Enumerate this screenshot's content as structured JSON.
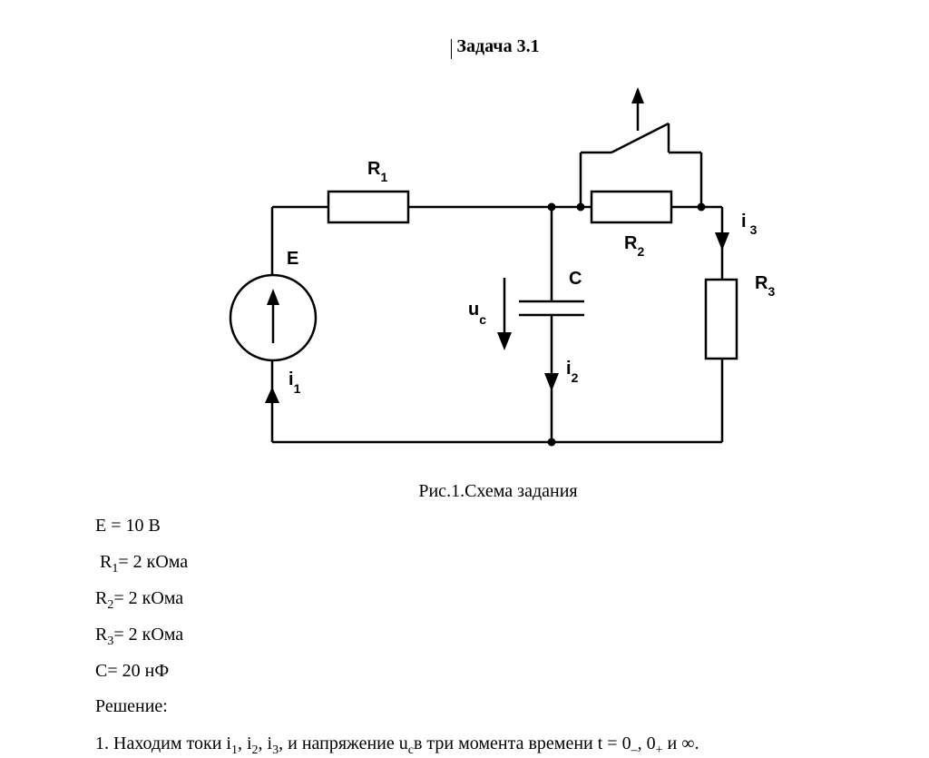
{
  "title": "Задача 3.1",
  "figure": {
    "labels": {
      "R1": {
        "main": "R",
        "sub": "1"
      },
      "R2": {
        "main": "R",
        "sub": "2"
      },
      "R3": {
        "main": "R",
        "sub": "3"
      },
      "E": "E",
      "C": "C",
      "uc": {
        "main": "u",
        "sub": "c"
      },
      "i1": {
        "main": "i",
        "sub": "1"
      },
      "i2": {
        "main": "i",
        "sub": "2"
      },
      "i3": {
        "main": "i",
        "sub": "3"
      }
    },
    "caption": "Рис.1.Схема задания"
  },
  "params": {
    "E": "E = 10 В",
    "R1": {
      "name": "R",
      "sub": "1",
      "value": "= 2 кОма"
    },
    "R2": {
      "name": "R",
      "sub": "2",
      "value": "= 2 кОма"
    },
    "R3": {
      "name": "R",
      "sub": "3",
      "value": "= 2 кОма"
    },
    "C": "C= 20 нФ"
  },
  "solution": {
    "heading": "Решение:",
    "step1": {
      "prefix": "1. Находим токи ",
      "i": "i",
      "s1": "1",
      "s2": "2",
      "s3": "3",
      "mid": ", и напряжение ",
      "u": "u",
      "uc_sub": "c",
      "suffix": "в три момента времени t = 0",
      "minus": "–",
      "zero_plus": ", 0",
      "plus": "+",
      "inf": " и ∞."
    }
  }
}
